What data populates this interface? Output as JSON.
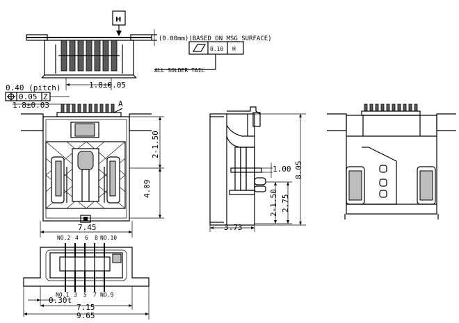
{
  "datum_label": "H",
  "flatness": {
    "note": "(0.00mm)(BASED ON MSG SURFACE)",
    "value": "0.10",
    "datum": "H",
    "tail_note": "ALL SOLDER TAIL"
  },
  "pitch": {
    "label": "0.40 (pitch)",
    "position_value": "0.05",
    "position_datum": "Z",
    "width": "1.8±0.03"
  },
  "datum_a": "A",
  "dims": {
    "top_span": "1.8±0.05",
    "front_upper_height": "2-1.50",
    "front_lower_height": "4.09",
    "front_width": "7.45",
    "side_height": "8.05",
    "side_gap": "1.00",
    "side_pin_height": "2-1.50",
    "side_pin_depth": "2.75",
    "side_depth": "3.73",
    "shell_thickness": "0.30t",
    "bottom_inner_width": "7.15",
    "bottom_total_width": "9.65"
  },
  "pins": {
    "top": {
      "first": "NO.2",
      "mid": [
        "4",
        "6",
        "8"
      ],
      "last": "NO.10"
    },
    "bottom": {
      "first": "NO.1",
      "mid": [
        "3",
        "5",
        "7"
      ],
      "last": "NO.9"
    }
  }
}
